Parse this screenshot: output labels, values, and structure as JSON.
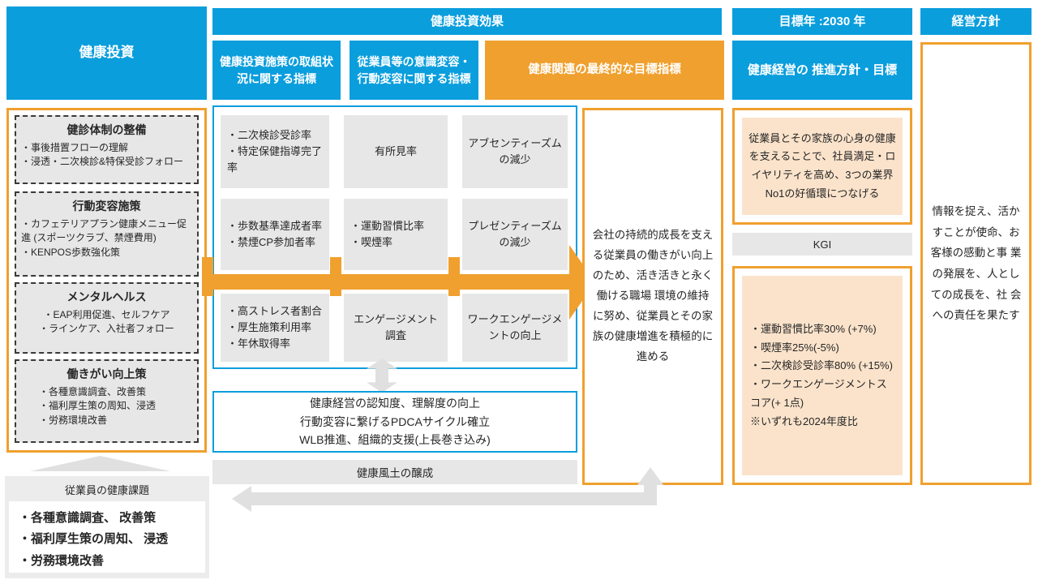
{
  "palette": {
    "blue": "#0A9EDD",
    "orange": "#F0A02E",
    "peach": "#FBE3CB",
    "gray": "#E7E7E7"
  },
  "left": {
    "header": "健康投資",
    "programs": [
      {
        "title": "健診体制の整備",
        "bullets": [
          "・事後措置フローの理解",
          "・浸透・二次検診&特保受診フォロー"
        ]
      },
      {
        "title": "行動変容施策",
        "bullets": [
          "・カフェテリアプラン健康メニュー促進 (スポーツクラブ、禁煙費用)",
          "・KENPOS歩数強化策"
        ]
      },
      {
        "title": "メンタルヘルス",
        "bullets": [
          "・EAP利用促進、セルフケア",
          "・ラインケア、入社者フォロー"
        ]
      },
      {
        "title": "働きがい向上策",
        "bullets": [
          "・各種意識調査、改善策",
          "・福利厚生策の周知、浸透",
          "・労務環境改善"
        ]
      }
    ],
    "issues": {
      "title": "従業員の健康課題",
      "bullets": [
        "・各種意識調査、 改善策",
        "・福利厚生策の周知、 浸透",
        "・労務環境改善"
      ]
    }
  },
  "effects": {
    "header": "健康投資効果",
    "column_headers": [
      "健康投資施策の取組状況に関する指標",
      "従業員等の意識変容・行動変容に関する指標",
      "健康関連の最終的な目標指標"
    ],
    "grid": [
      [
        {
          "lines": [
            "・二次検診受診率",
            "・特定保健指導完了率"
          ]
        },
        {
          "lines": [
            "有所見率"
          ]
        },
        {
          "lines": [
            "アブセンティーズムの減少"
          ]
        }
      ],
      [
        {
          "lines": [
            "・歩数基準達成者率",
            "・禁煙CP参加者率"
          ]
        },
        {
          "lines": [
            "・運動習慣比率",
            "・喫煙率"
          ]
        },
        {
          "lines": [
            "プレゼンティーズムの減少"
          ]
        }
      ],
      [
        {
          "lines": [
            "・高ストレス者割合",
            "・厚生施策利用率",
            "・年休取得率"
          ]
        },
        {
          "lines": [
            "エンゲージメント調査"
          ]
        },
        {
          "lines": [
            "ワークエンゲージメントの向上"
          ]
        }
      ]
    ],
    "pdca_lines": [
      "健康経営の認知度、理解度の向上",
      "行動変容に繋げるPDCAサイクル確立",
      "WLB推進、組織的支援(上長巻き込み)"
    ],
    "culture_bar": "健康風土の醸成"
  },
  "vision": {
    "text": "会社の持続的成長を支える従業員の働きがい向上のため、活き活きと永く働ける職場 環境の維持に努め、従業員とその家族の健康増進を積極的に進める"
  },
  "goals": {
    "year_header": "目標年 :2030 年",
    "policy_header": "健康経営の 推進方針・目標",
    "policy_text": "従業員とその家族の心身の健康を支えることで、社員満足・ロイヤリティを高め、3つの業界No1の好循環につなげる",
    "kgi_label": "KGI",
    "kgi_items": [
      "・運動習慣比率30% (+7%)",
      "・喫煙率25%(-5%)",
      "・二次検診受診率80% (+15%)",
      "・ワークエンゲージメントスコア(+ 1点)",
      "※いずれも2024年度比"
    ]
  },
  "management": {
    "header": "経営方針",
    "text": "情報を捉え、活かすことが使命、お客様の感動と事 業の発展を、人としての成長を、社 会への責任を果たす"
  }
}
